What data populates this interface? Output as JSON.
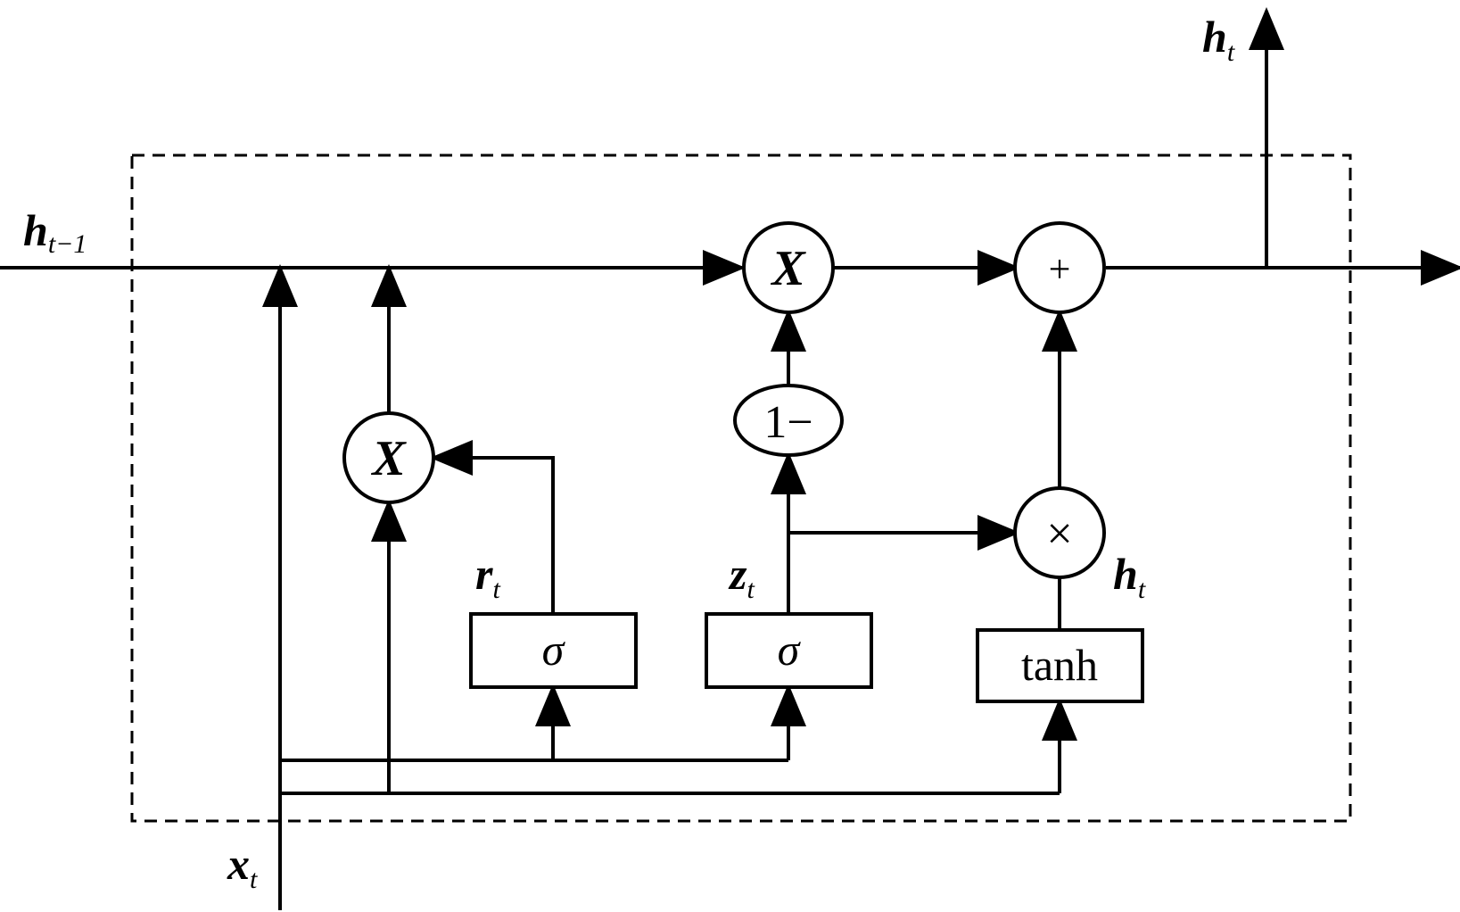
{
  "labels": {
    "h_prev_main": "h",
    "h_prev_sub": "t−1",
    "h_out_main": "h",
    "h_out_sub": "t",
    "x_main": "x",
    "x_sub": "t",
    "r_main": "r",
    "r_sub": "t",
    "z_main": "z",
    "z_sub": "t",
    "h_cand_main": "h",
    "h_cand_sub": "t"
  },
  "nodes": {
    "mult_reset": "X",
    "mult_top": "X",
    "one_minus": "1−",
    "add": "+",
    "mult_cand": "×",
    "sigma_reset": "σ",
    "sigma_update": "σ",
    "tanh": "tanh"
  }
}
